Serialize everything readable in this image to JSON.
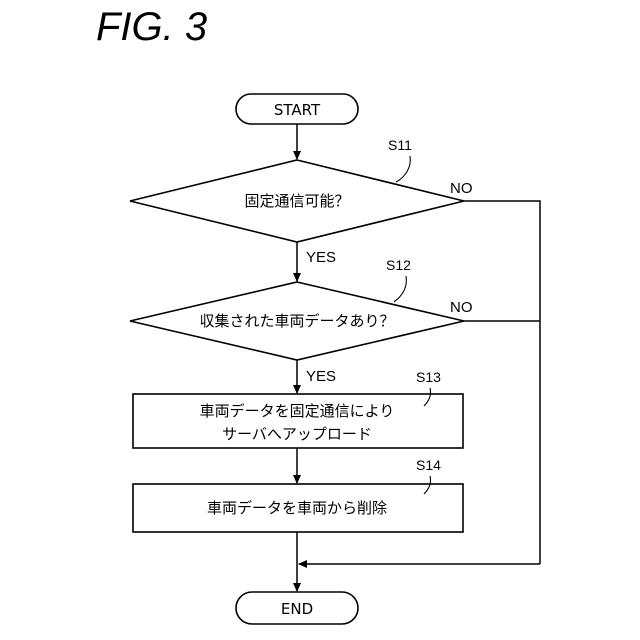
{
  "figure": {
    "title": "FIG. 3"
  },
  "nodes": {
    "start": {
      "label": "START"
    },
    "s11": {
      "label": "固定通信可能？",
      "step": "S11"
    },
    "s12": {
      "label": "収集された車両データあり？",
      "step": "S12"
    },
    "s13": {
      "line1": "車両データを固定通信により",
      "line2": "サーバへアップロード",
      "step": "S13"
    },
    "s14": {
      "label": "車両データを車両から削除",
      "step": "S14"
    },
    "end": {
      "label": "END"
    }
  },
  "edges": {
    "s11_yes": "YES",
    "s11_no": "NO",
    "s12_yes": "YES",
    "s12_no": "NO"
  }
}
